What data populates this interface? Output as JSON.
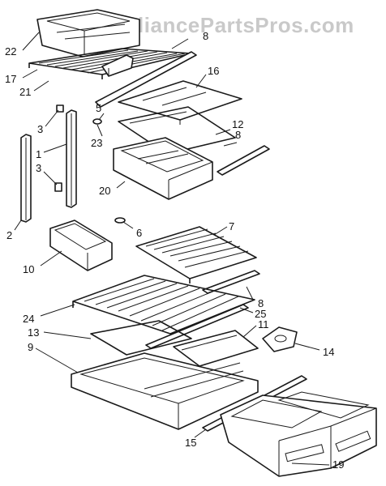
{
  "watermark": "AppliancePartsPros.com",
  "parts": [
    {
      "id": "p22",
      "label": "22"
    },
    {
      "id": "p17",
      "label": "17"
    },
    {
      "id": "p21",
      "label": "21"
    },
    {
      "id": "p8a",
      "label": "8"
    },
    {
      "id": "p16",
      "label": "16"
    },
    {
      "id": "p5",
      "label": "5"
    },
    {
      "id": "p23",
      "label": "23"
    },
    {
      "id": "p12",
      "label": "12"
    },
    {
      "id": "p8b",
      "label": "8"
    },
    {
      "id": "p3a",
      "label": "3"
    },
    {
      "id": "p1",
      "label": "1"
    },
    {
      "id": "p3b",
      "label": "3"
    },
    {
      "id": "p20",
      "label": "20"
    },
    {
      "id": "p2",
      "label": "2"
    },
    {
      "id": "p6",
      "label": "6"
    },
    {
      "id": "p7",
      "label": "7"
    },
    {
      "id": "p10",
      "label": "10"
    },
    {
      "id": "p8c",
      "label": "8"
    },
    {
      "id": "p24",
      "label": "24"
    },
    {
      "id": "p25",
      "label": "25"
    },
    {
      "id": "p13",
      "label": "13"
    },
    {
      "id": "p11",
      "label": "11"
    },
    {
      "id": "p14",
      "label": "14"
    },
    {
      "id": "p9",
      "label": "9"
    },
    {
      "id": "p15",
      "label": "15"
    },
    {
      "id": "p19",
      "label": "19"
    }
  ]
}
